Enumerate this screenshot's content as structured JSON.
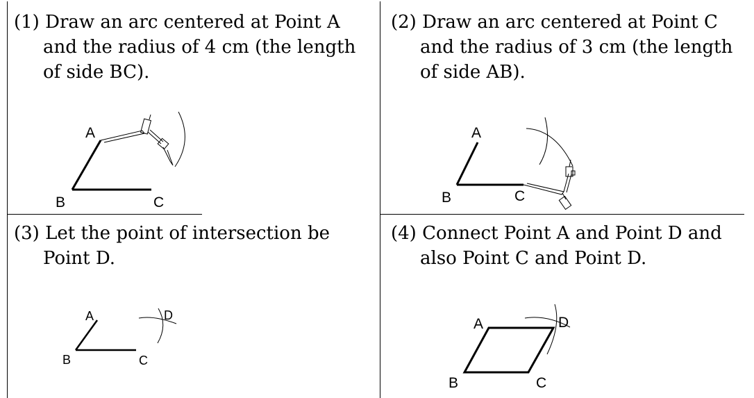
{
  "steps": [
    {
      "number": "(1)",
      "lines": [
        "Draw an arc centered at Point A",
        "and the radius of 4 cm (the length",
        "of side BC)."
      ],
      "labels": {
        "A": "A",
        "B": "B",
        "C": "C"
      }
    },
    {
      "number": "(2)",
      "lines": [
        "Draw an arc centered at Point C",
        "and the radius of 3 cm (the length",
        "of side AB)."
      ],
      "labels": {
        "A": "A",
        "B": "B",
        "C": "C"
      }
    },
    {
      "number": "(3)",
      "lines": [
        "Let the point of intersection be",
        "Point D."
      ],
      "labels": {
        "A": "A",
        "B": "B",
        "C": "C",
        "D": "D"
      }
    },
    {
      "number": "(4)",
      "lines": [
        "Connect Point A and Point D and",
        "also Point C and Point D."
      ],
      "labels": {
        "A": "A",
        "B": "B",
        "C": "C",
        "D": "D"
      }
    }
  ]
}
